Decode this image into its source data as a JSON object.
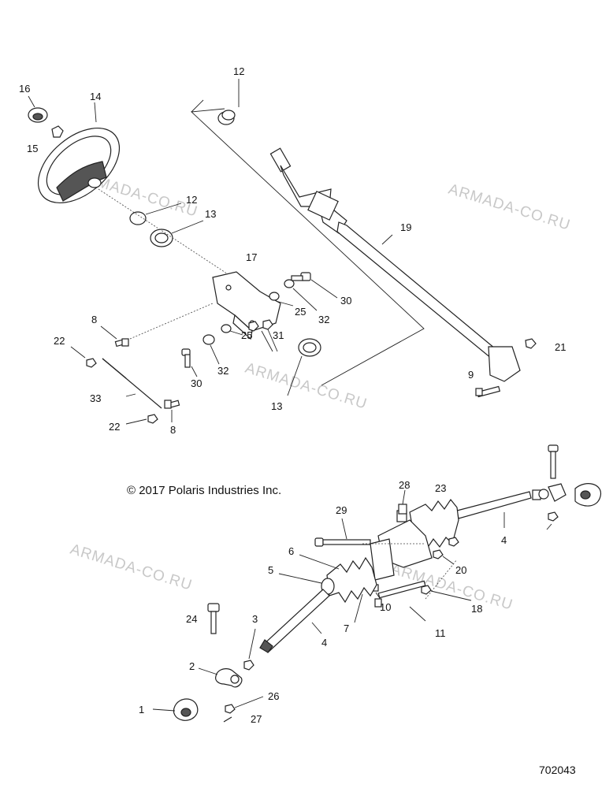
{
  "callouts": {
    "c1": "1",
    "c2": "2",
    "c3": "3",
    "c4a": "4",
    "c4b": "4",
    "c5": "5",
    "c6": "6",
    "c7": "7",
    "c8a": "8",
    "c8b": "8",
    "c9": "9",
    "c10": "10",
    "c11": "11",
    "c12a": "12",
    "c12b": "12",
    "c13a": "13",
    "c13b": "13",
    "c14": "14",
    "c15": "15",
    "c16": "16",
    "c17": "17",
    "c18": "18",
    "c19": "19",
    "c20": "20",
    "c21": "21",
    "c22a": "22",
    "c22b": "22",
    "c23": "23",
    "c24": "24",
    "c25a": "25",
    "c25b": "25",
    "c26": "26",
    "c27": "27",
    "c28": "28",
    "c29": "29",
    "c30a": "30",
    "c30b": "30",
    "c31": "31",
    "c32a": "32",
    "c32b": "32",
    "c33": "33"
  },
  "copyright": "© 2017 Polaris Industries Inc.",
  "document_number": "702043",
  "watermark": "ARMADA-CO.RU",
  "colors": {
    "ink": "#222222",
    "watermark": "#c8c8c8",
    "background": "#ffffff"
  }
}
